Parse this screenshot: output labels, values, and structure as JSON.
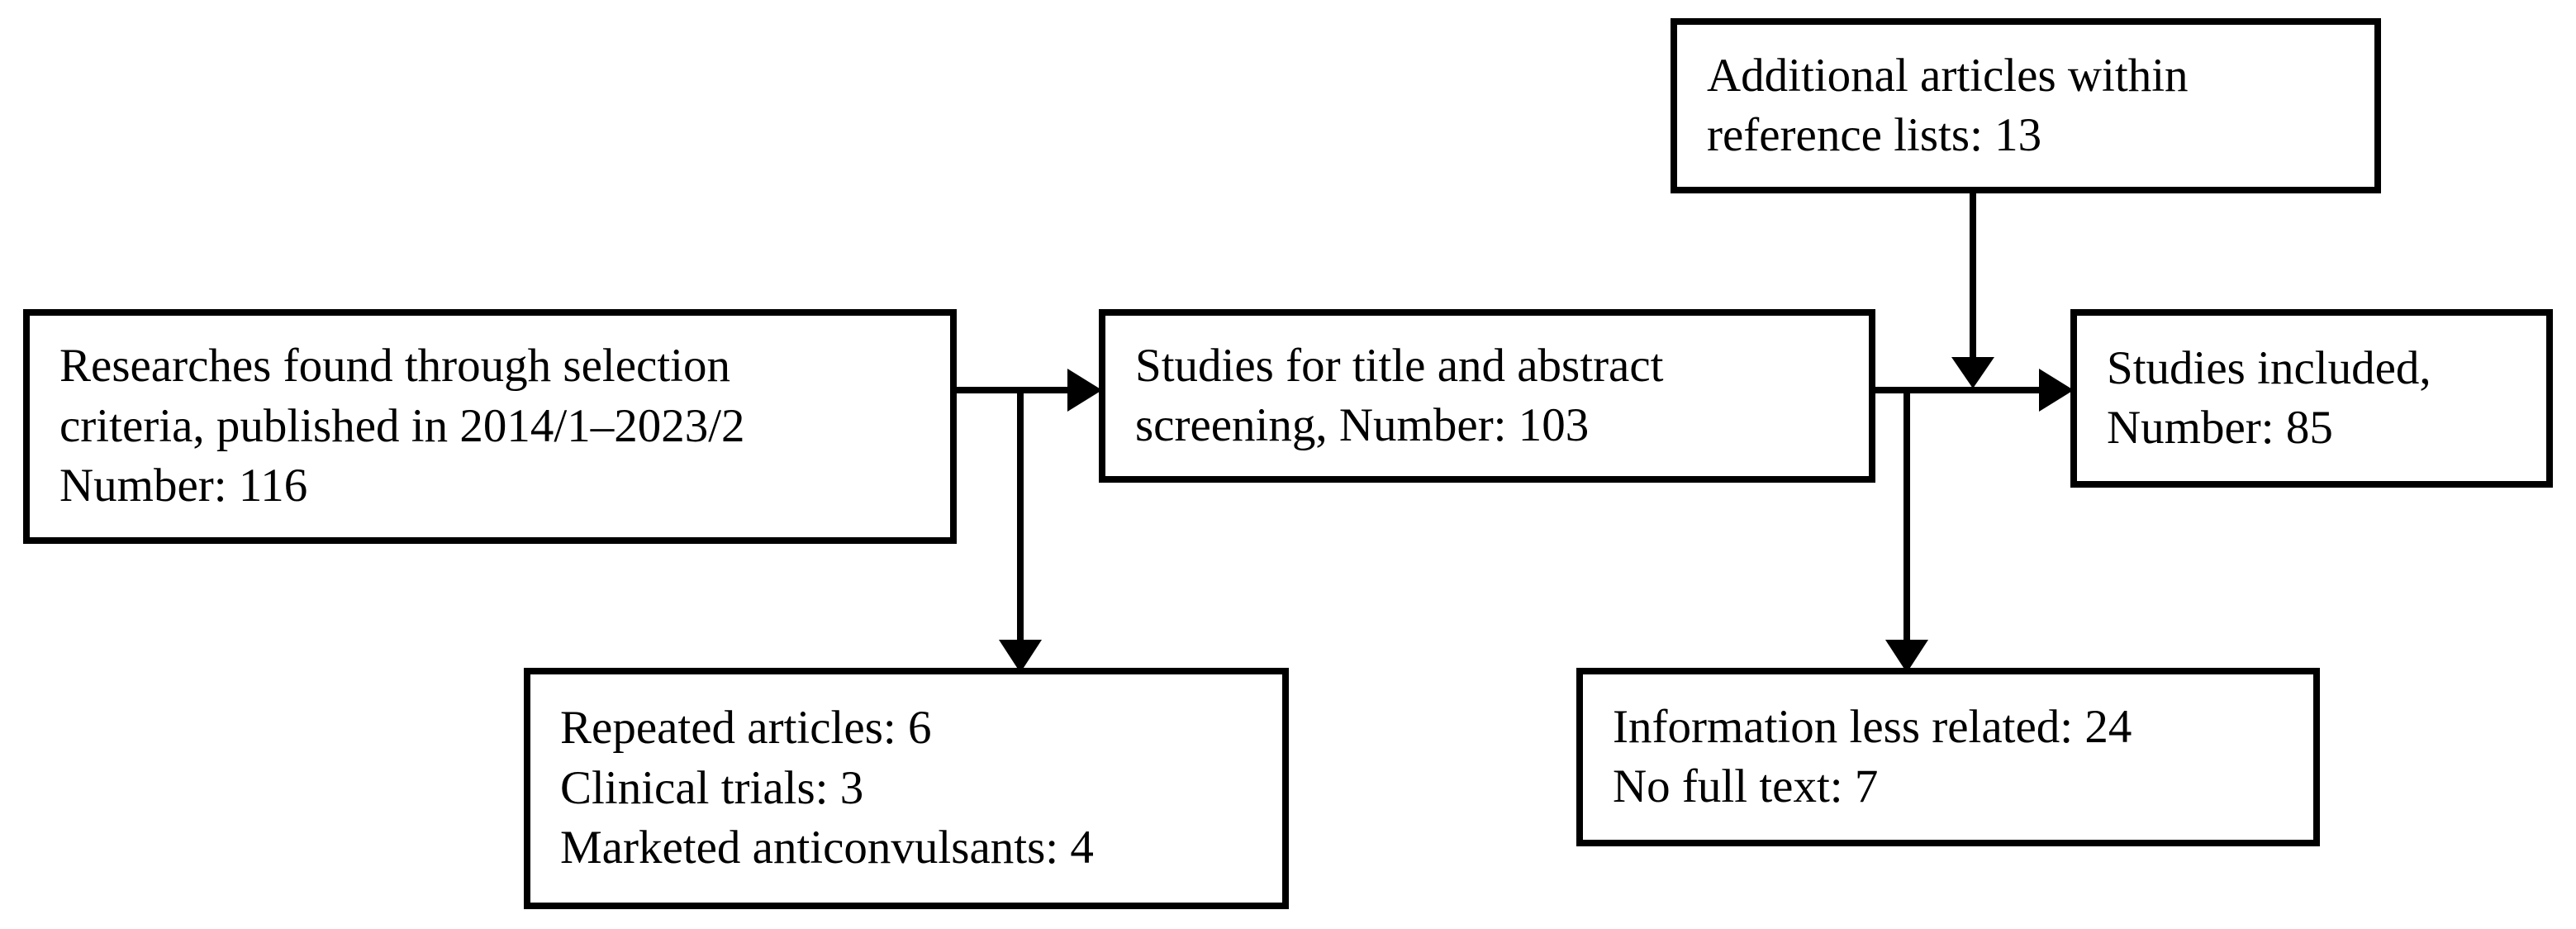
{
  "diagram": {
    "type": "flowchart",
    "colors": {
      "background": "#ffffff",
      "border": "#000000",
      "text": "#000000",
      "connector": "#000000"
    },
    "nodes": {
      "found": {
        "text": "Researches found through selection\ncriteria, published in 2014/1–2023/2\nNumber: 116"
      },
      "additional": {
        "text": "Additional articles within\nreference lists: 13"
      },
      "screening": {
        "text": "Studies for title and abstract\nscreening, Number: 103"
      },
      "included": {
        "text": "Studies included,\nNumber: 85"
      },
      "excluded_initial": {
        "text": "Repeated articles: 6\nClinical trials: 3\nMarketed anticonvulsants: 4"
      },
      "excluded_fulltext": {
        "text": "Information less related: 24\nNo full text: 7"
      }
    }
  }
}
